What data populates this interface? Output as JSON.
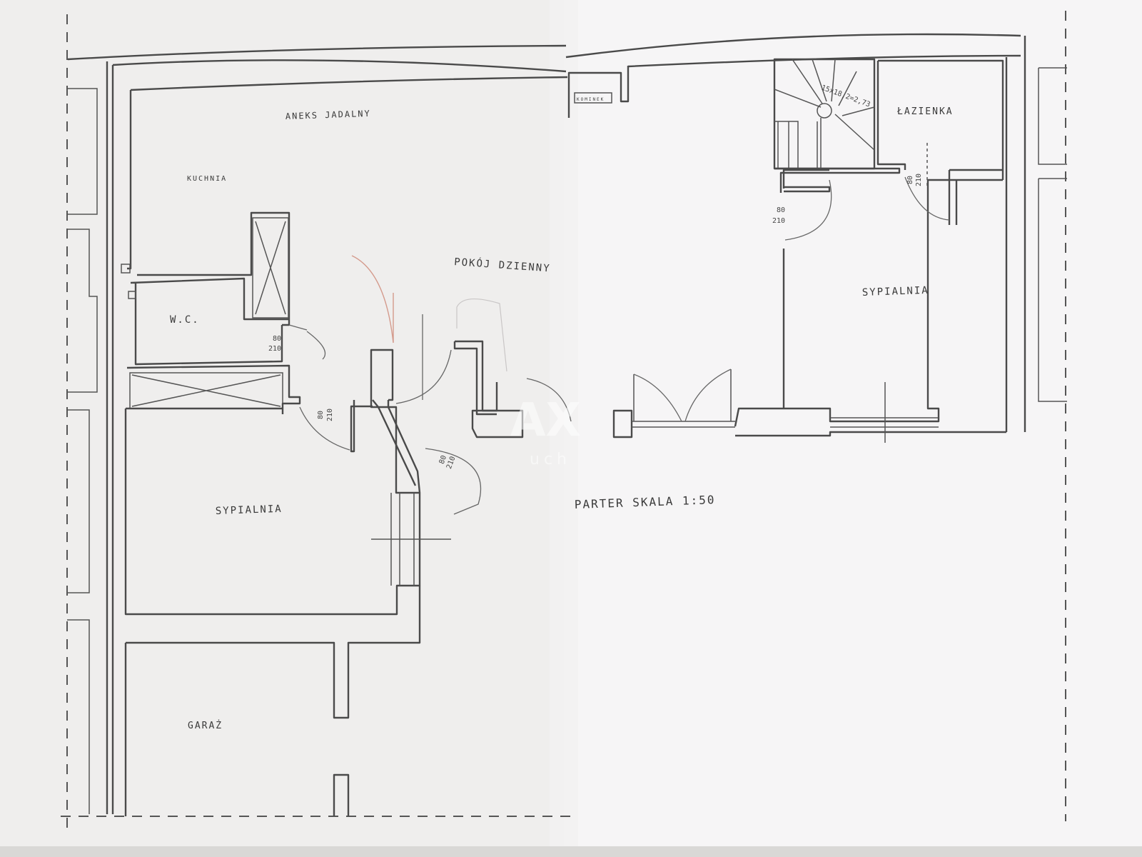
{
  "plan": {
    "rooms": {
      "aneks_jadalny": "ANEKS JADALNY",
      "kuchnia": "KUCHNIA",
      "pokoj_dzienny": "POKÓJ DZIENNY",
      "wc": "W.C.",
      "sypialnia_left": "SYPIALNIA",
      "sypialnia_right": "SYPIALNIA",
      "lazienka": "ŁAZIENKA",
      "garaz": "GARAŻ",
      "kominek": "KOMINEK"
    },
    "stairs_label": "15x18,2=2,73",
    "title": "PARTER   SKALA 1:50",
    "doors": {
      "wc": [
        "80",
        "210"
      ],
      "hall": [
        "80",
        "210"
      ],
      "bedroom_right": [
        "80",
        "210"
      ],
      "bathroom": [
        "80",
        "210"
      ],
      "diag": [
        "80",
        "210"
      ]
    },
    "watermark": "AX",
    "watermark_sub": "uch"
  },
  "colors": {
    "paper_left": "#efeeed",
    "paper_right": "#f6f5f6",
    "line": "#4a4a4a",
    "pencil": "#d49a8c"
  }
}
